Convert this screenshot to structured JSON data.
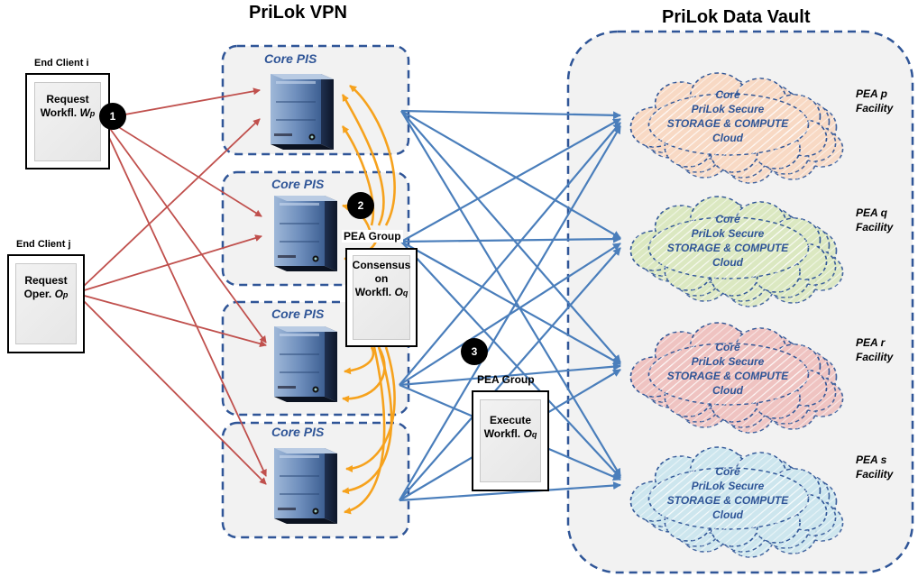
{
  "titles": {
    "vpn": "PriLok VPN",
    "vault": "PriLok Data Vault"
  },
  "core_pis_label": "Core PIS",
  "clients": [
    {
      "title": "End Client i",
      "line1": "Request",
      "line2_prefix": "Workfl. ",
      "line2_var": "W",
      "line2_sub": "p"
    },
    {
      "title": "End Client j",
      "line1": "Request",
      "line2_prefix": "Oper. ",
      "line2_var": "O",
      "line2_sub": "p"
    }
  ],
  "pea_groups": [
    {
      "label": "PEA Group",
      "line1": "Consensus",
      "line2": "on",
      "line3_prefix": "Workfl. ",
      "line3_var": "O",
      "line3_sub": "q"
    },
    {
      "label": "PEA Group",
      "line1": "Execute",
      "line2_prefix": "Workfl. ",
      "line2_var": "O",
      "line2_sub": "q"
    }
  ],
  "steps": [
    "1",
    "2",
    "3"
  ],
  "clouds": [
    {
      "line1": "Core",
      "line2": "PriLok Secure",
      "line3": "STORAGE & COMPUTE",
      "line4": "Cloud",
      "facility_line1": "PEA p",
      "facility_line2": "Facility",
      "fill": "#f8d9c4"
    },
    {
      "line1": "Core",
      "line2": "PriLok Secure",
      "line3": "STORAGE & COMPUTE",
      "line4": "Cloud",
      "facility_line1": "PEA q",
      "facility_line2": "Facility",
      "fill": "#dbe8c1"
    },
    {
      "line1": "Core",
      "line2": "PriLok Secure",
      "line3": "STORAGE & COMPUTE",
      "line4": "Cloud",
      "facility_line1": "PEA r",
      "facility_line2": "Facility",
      "fill": "#efc3c1"
    },
    {
      "line1": "Core",
      "line2": "PriLok Secure",
      "line3": "STORAGE & COMPUTE",
      "line4": "Cloud",
      "facility_line1": "PEA s",
      "facility_line2": "Facility",
      "fill": "#cde6ee"
    }
  ],
  "colors": {
    "client_arrows": "#c0504d",
    "consensus_arrows": "#f6a21d",
    "vault_arrows": "#4a7ebb",
    "dashed_border": "#2f5597",
    "text_blue": "#2f5597"
  }
}
